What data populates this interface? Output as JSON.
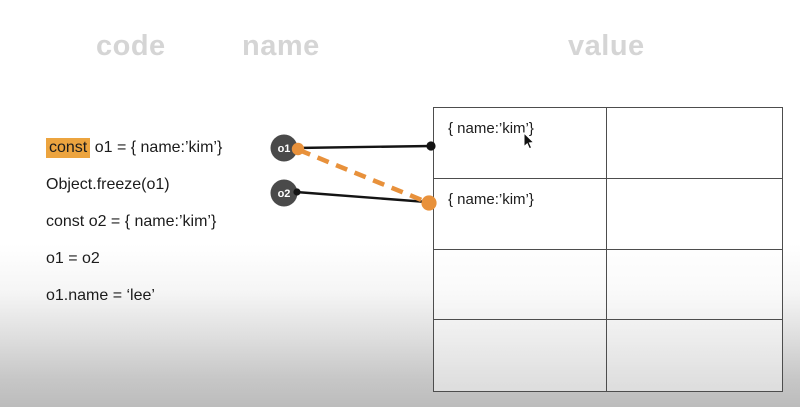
{
  "headers": {
    "code": "code",
    "name": "name",
    "value": "value"
  },
  "code_lines": [
    {
      "keyword": "const",
      "rest": " o1 = { name:’kim’}"
    },
    {
      "rest": "Object.freeze(o1)"
    },
    {
      "rest": "const o2 = { name:’kim’}"
    },
    {
      "rest": "o1 = o2"
    },
    {
      "rest": "o1.name = ‘lee’"
    }
  ],
  "memory_nodes": [
    {
      "label": "o1"
    },
    {
      "label": "o2"
    }
  ],
  "value_table": {
    "rows": [
      {
        "value": "{ name:’kim’}",
        "extra": ""
      },
      {
        "value": "{ name:’kim’}",
        "extra": ""
      },
      {
        "value": "",
        "extra": ""
      },
      {
        "value": "",
        "extra": ""
      }
    ]
  },
  "icons": {
    "cursor": "mouse-pointer-icon"
  },
  "colors": {
    "accent_orange": "#E8913B",
    "keyword_highlight": "#ECA43F",
    "node_fill": "#4A4A4A",
    "header_text": "#D5D5D5",
    "table_border": "#4D4D4D"
  }
}
